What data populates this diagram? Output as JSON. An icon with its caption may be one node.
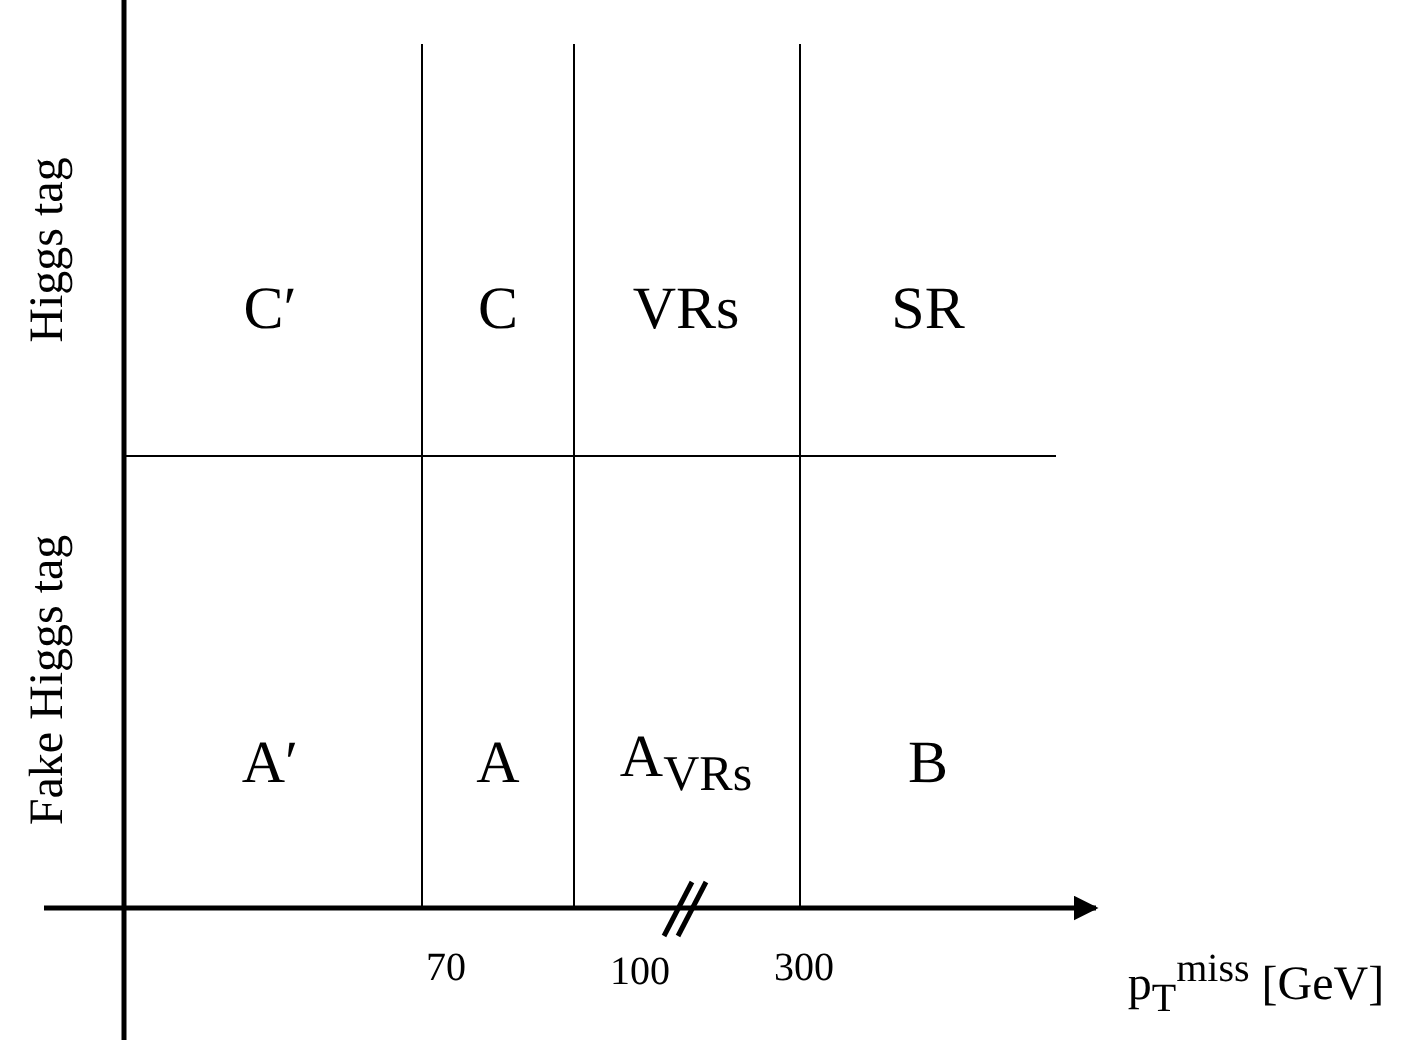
{
  "diagram": {
    "labels": [
      "Higgs tag",
      "C′",
      "C",
      "VRs",
      "SR",
      "Fake Higgs tag",
      "A′",
      "A",
      "A$_{VRs}$",
      "B",
      "70",
      "100",
      "300",
      "p$_{T}$$^{miss}$ [GeV]"
    ]
  }
}
